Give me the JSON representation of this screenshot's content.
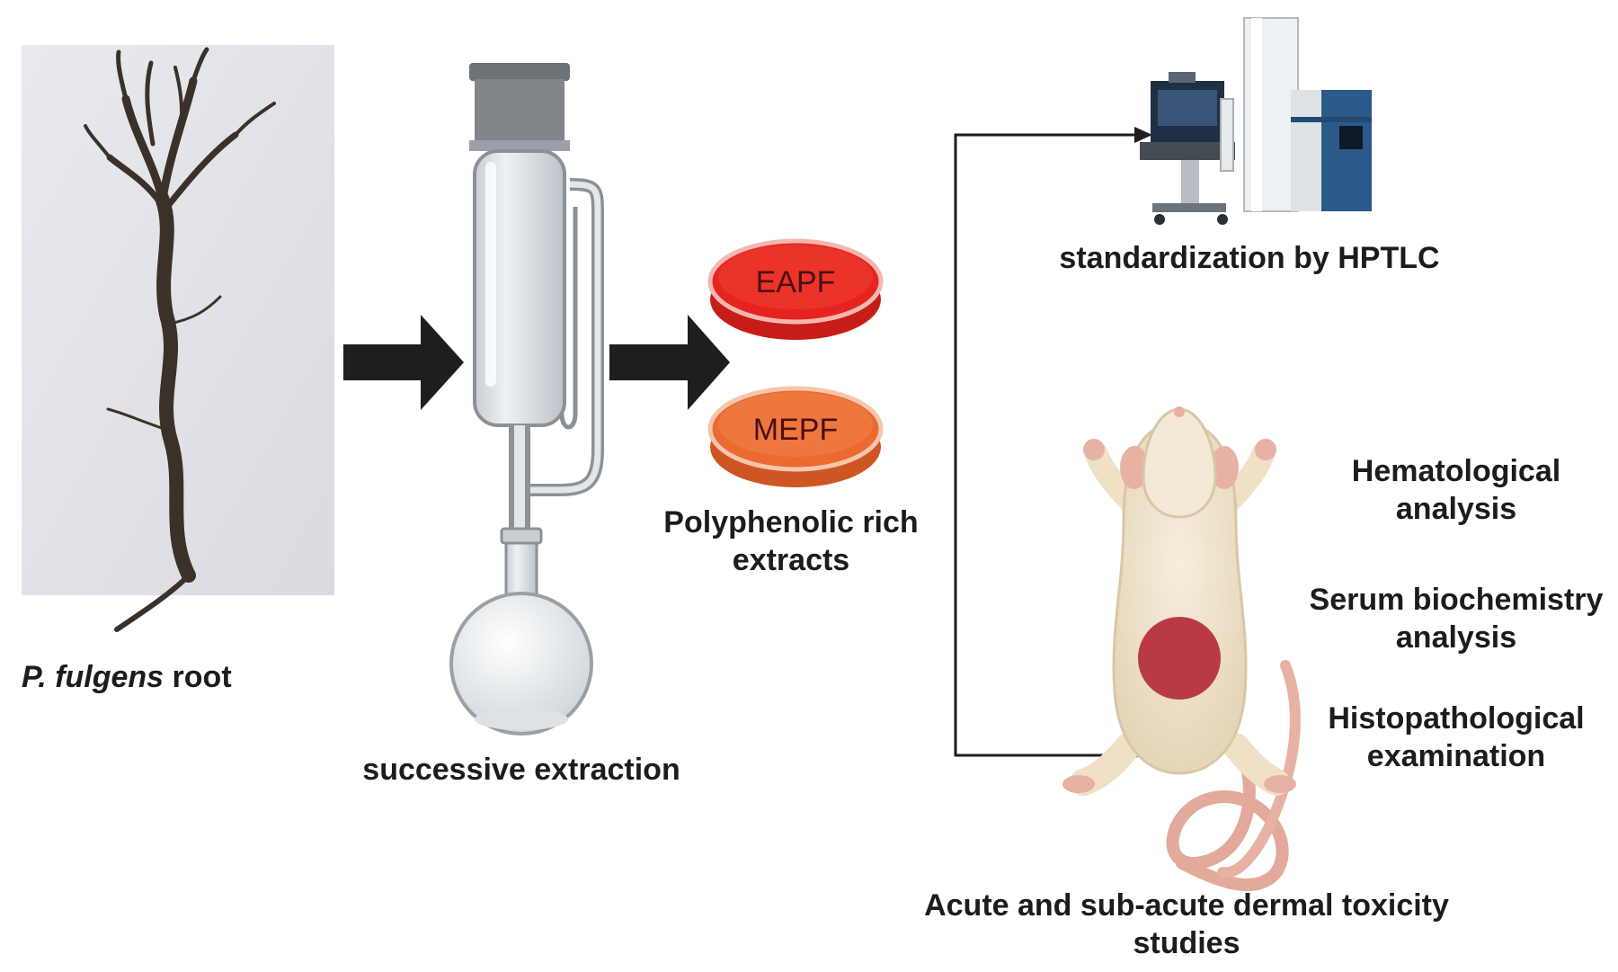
{
  "root_caption": {
    "species": "P. fulgens",
    "part": "root"
  },
  "extraction_caption": "successive extraction",
  "extracts": {
    "dish_top_label": "EAPF",
    "dish_bottom_label": "MEPF",
    "caption_line1": "Polyphenolic rich",
    "caption_line2": "extracts"
  },
  "standardization_caption": "standardization by HPTLC",
  "toxicity_caption": {
    "line1": "Acute and sub-acute dermal toxicity",
    "line2": "studies"
  },
  "analyses": [
    {
      "line1": "Hematological",
      "line2": "analysis"
    },
    {
      "line1": "Serum biochemistry",
      "line2": "analysis"
    },
    {
      "line1": "Histopathological",
      "line2": "examination"
    }
  ],
  "colors": {
    "dish_top": "#e52420",
    "dish_bottom": "#ea6a30",
    "arrow": "#1e1e1e",
    "rat_body": "#f1e6d1",
    "dose_site": "#b83a45"
  }
}
